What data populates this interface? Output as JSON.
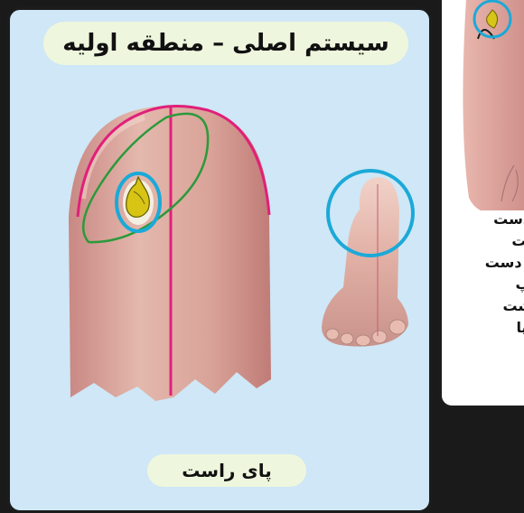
{
  "title": "سیستم اصلی – منطقه اولیه",
  "foot_label": "پای راست",
  "side_lines": [
    ": دست",
    "ست",
    "ه: دست",
    "چپ",
    "گشت",
    "و پا"
  ]
}
